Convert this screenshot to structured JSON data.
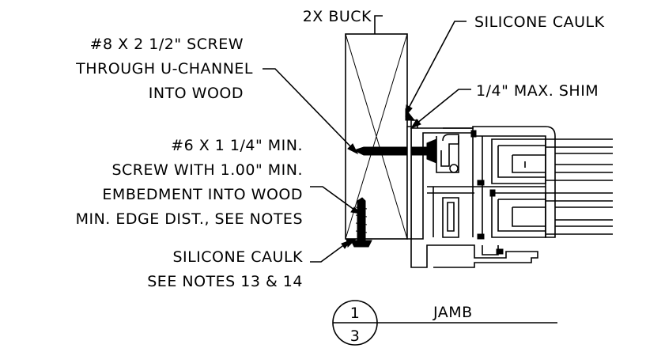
{
  "callouts": {
    "buck": "2X BUCK",
    "caulk_top": "SILICONE CAULK",
    "shim": "1/4\" MAX. SHIM",
    "screw_top": [
      "#8 X 2 1/2\" SCREW",
      "THROUGH U-CHANNEL",
      "INTO WOOD"
    ],
    "screw_lower": [
      "#6 X 1 1/4\" MIN.",
      "SCREW WITH 1.00\" MIN.",
      "EMBEDMENT INTO WOOD",
      "MIN. EDGE DIST., SEE NOTES"
    ],
    "caulk_bottom": [
      "SILICONE CAULK",
      "SEE NOTES 13 & 14"
    ]
  },
  "section_tag": {
    "detail_number": "1",
    "sheet_number": "3",
    "title": "JAMB"
  },
  "colors": {
    "line": "#000000",
    "background": "#ffffff"
  }
}
